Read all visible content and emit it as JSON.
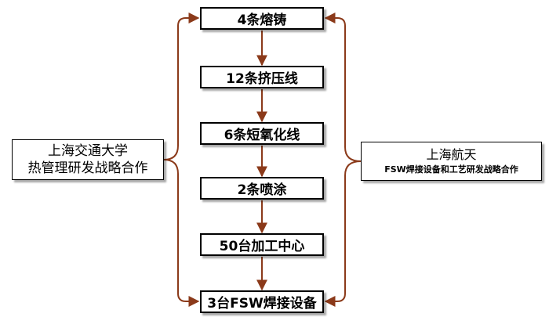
{
  "colors": {
    "connector": "#8B3A1A",
    "box_border": "#000000",
    "text": "#000000"
  },
  "nodes": [
    {
      "id": "n1",
      "label": "4条熔铸"
    },
    {
      "id": "n2",
      "label": "12条挤压线"
    },
    {
      "id": "n3",
      "label": "6条短氧化线"
    },
    {
      "id": "n4",
      "label": "2条喷涂"
    },
    {
      "id": "n5",
      "label": "50台加工中心"
    },
    {
      "id": "n6",
      "label": "3台FSW焊接设备"
    }
  ],
  "left_partner": {
    "line1": "上海交通大学",
    "line2": "热管理研发战略合作"
  },
  "right_partner": {
    "line1": "上海航天",
    "line2": "FSW焊接设备和工艺研发战略合作"
  }
}
